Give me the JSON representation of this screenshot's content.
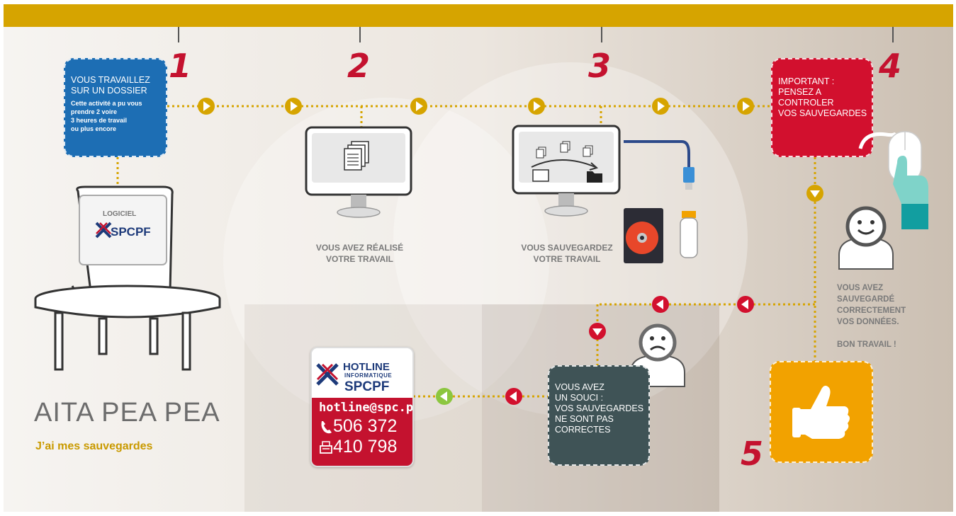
{
  "steps": {
    "num1": "1",
    "num2": "2",
    "num3": "3",
    "num4": "4",
    "num5": "5"
  },
  "step1": {
    "line1": "VOUS TRAVAILLEZ",
    "line2": "SUR UN DOSSIER",
    "note1": "Cette activité a pu vous",
    "note2": "prendre 2 voire",
    "note3": "3 heures de travail",
    "note4": "ou plus encore",
    "screen_label": "LOGICIEL",
    "logo_text": "SPCPF"
  },
  "step2": {
    "caption1": "VOUS AVEZ RÉALISÉ",
    "caption2": "VOTRE TRAVAIL"
  },
  "step3": {
    "caption1": "VOUS SAUVEGARDEZ",
    "caption2": "VOTRE TRAVAIL"
  },
  "step4": {
    "line1": "IMPORTANT :",
    "line2": "PENSEZ A",
    "line3": "CONTROLER",
    "line4": "VOS SAUVEGARDES"
  },
  "good": {
    "line1": "VOUS AVEZ",
    "line2": "SAUVEGARDÉ",
    "line3": "CORRECTEMENT",
    "line4": "VOS DONNÉES.",
    "line5": "BON TRAVAIL !"
  },
  "bad": {
    "line1": "VOUS AVEZ",
    "line2": "UN SOUCI :",
    "line3": "VOS SAUVEGARDES",
    "line4": "NE SONT PAS",
    "line5": "CORRECTES"
  },
  "hotline": {
    "title1": "HOTLINE",
    "title2": "INFORMATIQUE",
    "brand": "SPCPF",
    "email": "hotline@spc.pf",
    "phone": "506 372",
    "fax": "410 798"
  },
  "page": {
    "title": "AITA PEA PEA",
    "subtitle": "J’ai mes sauvegardes"
  },
  "colors": {
    "gold": "#d6a400",
    "red": "#c4122f",
    "blue": "#1d6eb4",
    "dark": "#3f5356",
    "orange": "#f2a200",
    "green": "#8cc63f"
  }
}
